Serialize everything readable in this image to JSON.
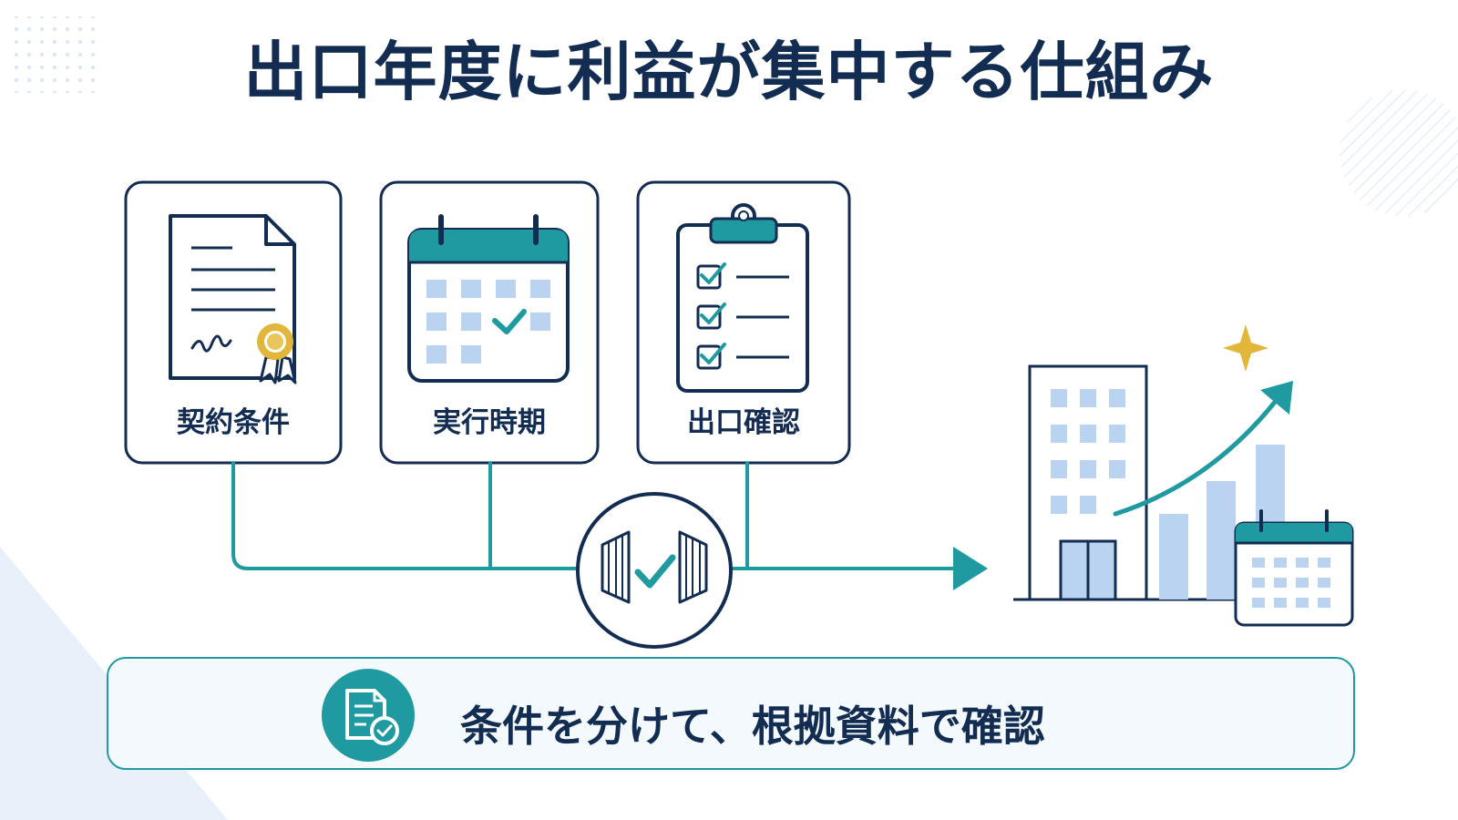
{
  "title": "出口年度に利益が集中する仕組み",
  "steps": [
    {
      "label": "契約条件",
      "icon": "contract-certificate-icon"
    },
    {
      "label": "実行時期",
      "icon": "calendar-check-icon"
    },
    {
      "label": "出口確認",
      "icon": "clipboard-checklist-icon"
    }
  ],
  "hub": {
    "icon": "gate-check-icon"
  },
  "outcome": {
    "icon": "building-profit-growth-icon"
  },
  "bottom_note": {
    "text": "条件を分けて、根拠資料で確認",
    "icon": "document-check-icon"
  },
  "colors": {
    "navy": "#132c52",
    "teal": "#1e9aa0",
    "light_blue": "#b9d3f1",
    "gold": "#e2b53b",
    "panel_bg": "#f4f9fd"
  }
}
